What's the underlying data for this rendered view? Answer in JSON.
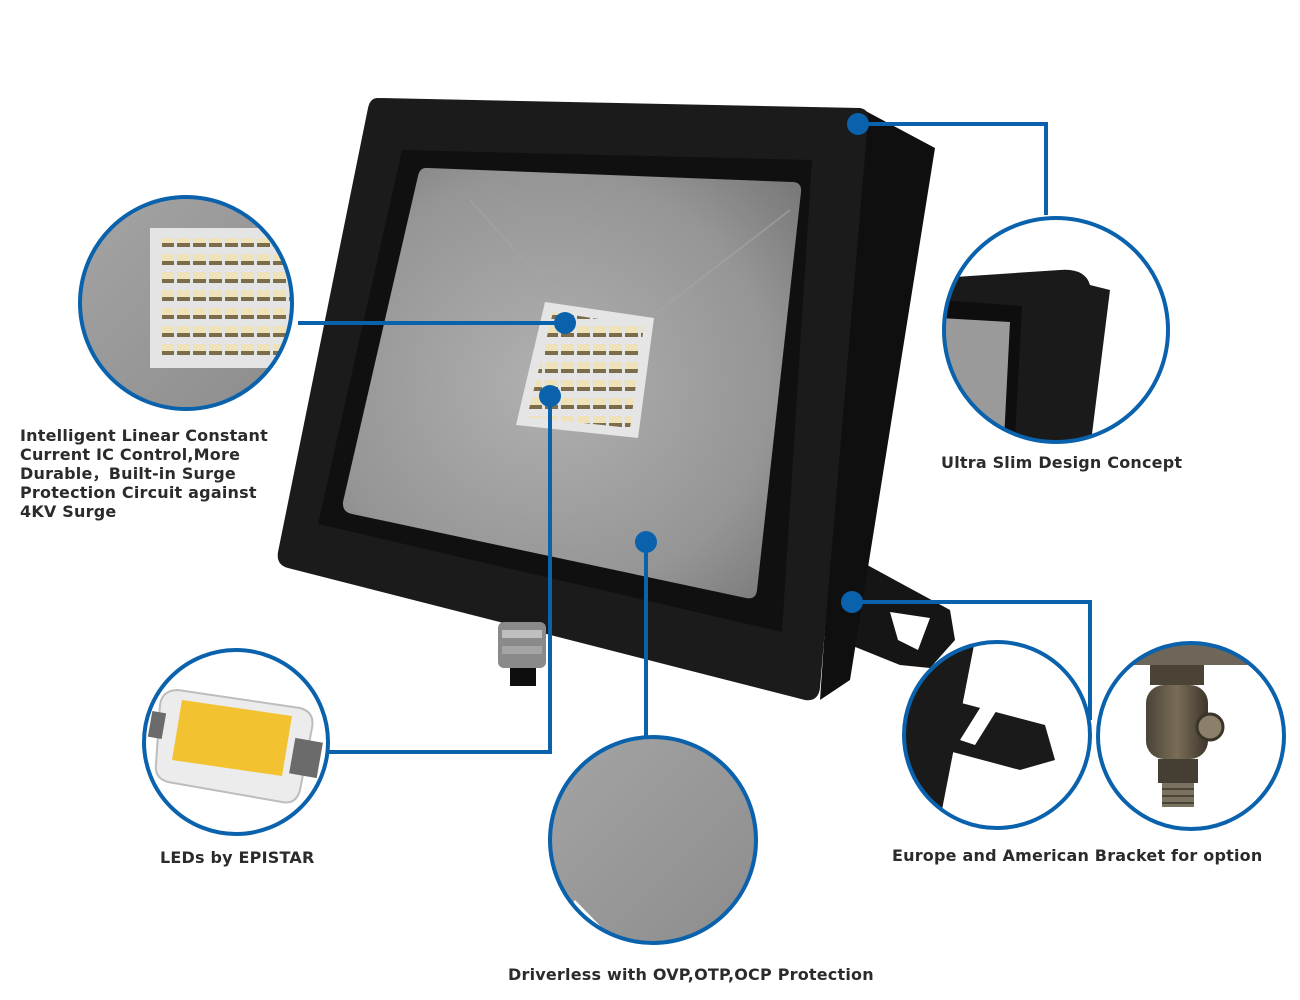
{
  "colors": {
    "callout_blue": "#0a62ac",
    "housing_black": "#1b1b1b",
    "lens_grey": "#9b9b9b",
    "led_yellow": "#f2c230",
    "caption_text": "#2b2b2b"
  },
  "callouts": {
    "circuit": {
      "icon": "led-array-closeup",
      "lines": [
        "Intelligent Linear Constant",
        "Current IC Control,More",
        "Durable，Built-in Surge",
        "Protection Circuit against",
        "4KV Surge"
      ]
    },
    "slim": {
      "icon": "housing-edge-closeup",
      "label": "Ultra Slim Design Concept"
    },
    "led": {
      "icon": "smd-led-chip",
      "label": "LEDs by EPISTAR"
    },
    "driver": {
      "icon": "lens-closeup",
      "label": "Driverless with OVP,OTP,OCP Protection"
    },
    "bracket": {
      "icons": [
        "europe-bracket-closeup",
        "american-knuckle-mount"
      ],
      "label": "Europe and American Bracket for option"
    }
  }
}
